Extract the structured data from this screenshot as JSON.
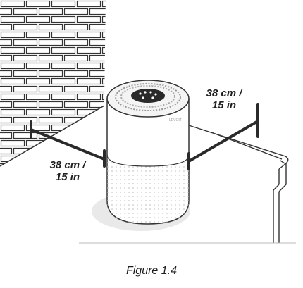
{
  "illustration": {
    "brand_mark": "LEVOIT",
    "clearance_right": {
      "line1": "38 cm /",
      "line2": "15 in"
    },
    "clearance_left": {
      "line1": "38 cm /",
      "line2": "15 in"
    }
  },
  "caption": "Figure 1.4"
}
